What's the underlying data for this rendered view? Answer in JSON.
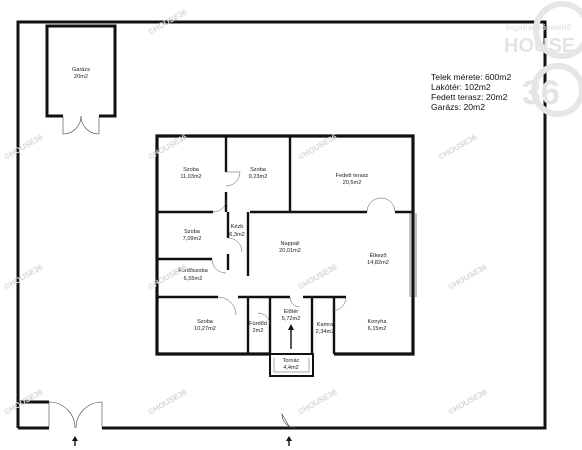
{
  "rooms": [
    {
      "name": "Garázs",
      "area": "20m2"
    },
    {
      "name": "Szoba",
      "area": "11,03m2"
    },
    {
      "name": "Szoba",
      "area": "9,23m2"
    },
    {
      "name": "Fedett terasz",
      "area": "20,5m2"
    },
    {
      "name": "Szoba",
      "area": "7,09m2"
    },
    {
      "name": "Kézb",
      "area": "6,3m2"
    },
    {
      "name": "Nappali",
      "area": "20,01m2"
    },
    {
      "name": "Étkező",
      "area": "14,82m2"
    },
    {
      "name": "Fürdőszoba",
      "area": "6,55m2"
    },
    {
      "name": "Szoba",
      "area": "10,27m2"
    },
    {
      "name": "Fürdőd",
      "area": "2m2"
    },
    {
      "name": "Előtér",
      "area": "5,72m2"
    },
    {
      "name": "Kamra",
      "area": "2,34m2"
    },
    {
      "name": "Konyha",
      "area": "6,15m2"
    },
    {
      "name": "Tornác",
      "area": "4,4m2"
    }
  ],
  "info": {
    "plot_size": "Telek mérete: 600m2",
    "living_area": "Lakótér: 102m2",
    "covered_terrace": "Fedett terasz: 20m2",
    "garage": "Garázs: 20m2"
  },
  "logo": {
    "tagline": "Ingatlanközvetítő",
    "brand": "HOUSE",
    "number": "36"
  },
  "watermark_text": "©HOUSE36"
}
